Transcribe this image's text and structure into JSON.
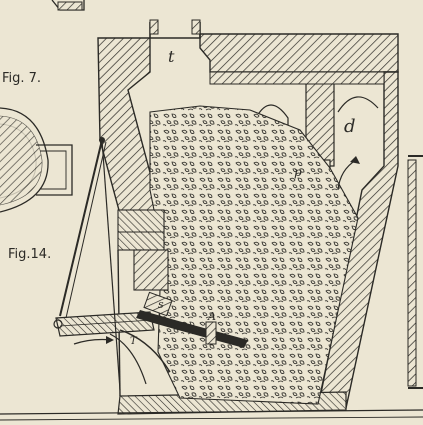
{
  "figures": {
    "fig7": "Fig. 7.",
    "fig14": "Fig.14."
  },
  "labels": {
    "t": "t",
    "d": "d",
    "p": "p",
    "s": "s",
    "A": "A",
    "T": "T"
  },
  "colors": {
    "paper": "#ece6d3",
    "ink": "#2b2a26"
  }
}
